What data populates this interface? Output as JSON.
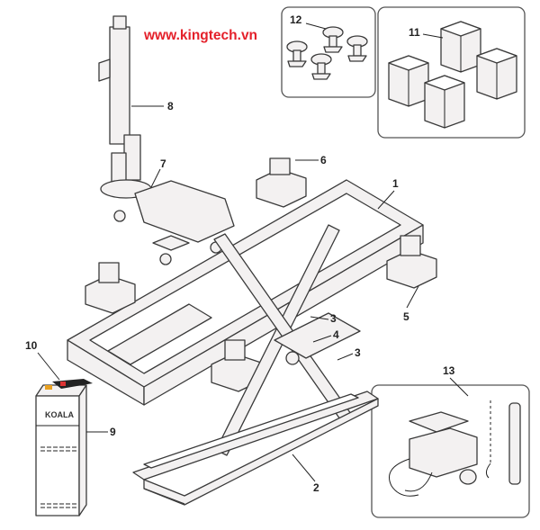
{
  "website": "www.kingtech.vn",
  "cabinet_brand": "KOALA",
  "callouts": {
    "c1": "1",
    "c2": "2",
    "c3a": "3",
    "c3b": "3",
    "c4": "4",
    "c5": "5",
    "c6": "6",
    "c7": "7",
    "c8": "8",
    "c9": "9",
    "c10": "10",
    "c11": "11",
    "c12": "12",
    "c13": "13"
  }
}
